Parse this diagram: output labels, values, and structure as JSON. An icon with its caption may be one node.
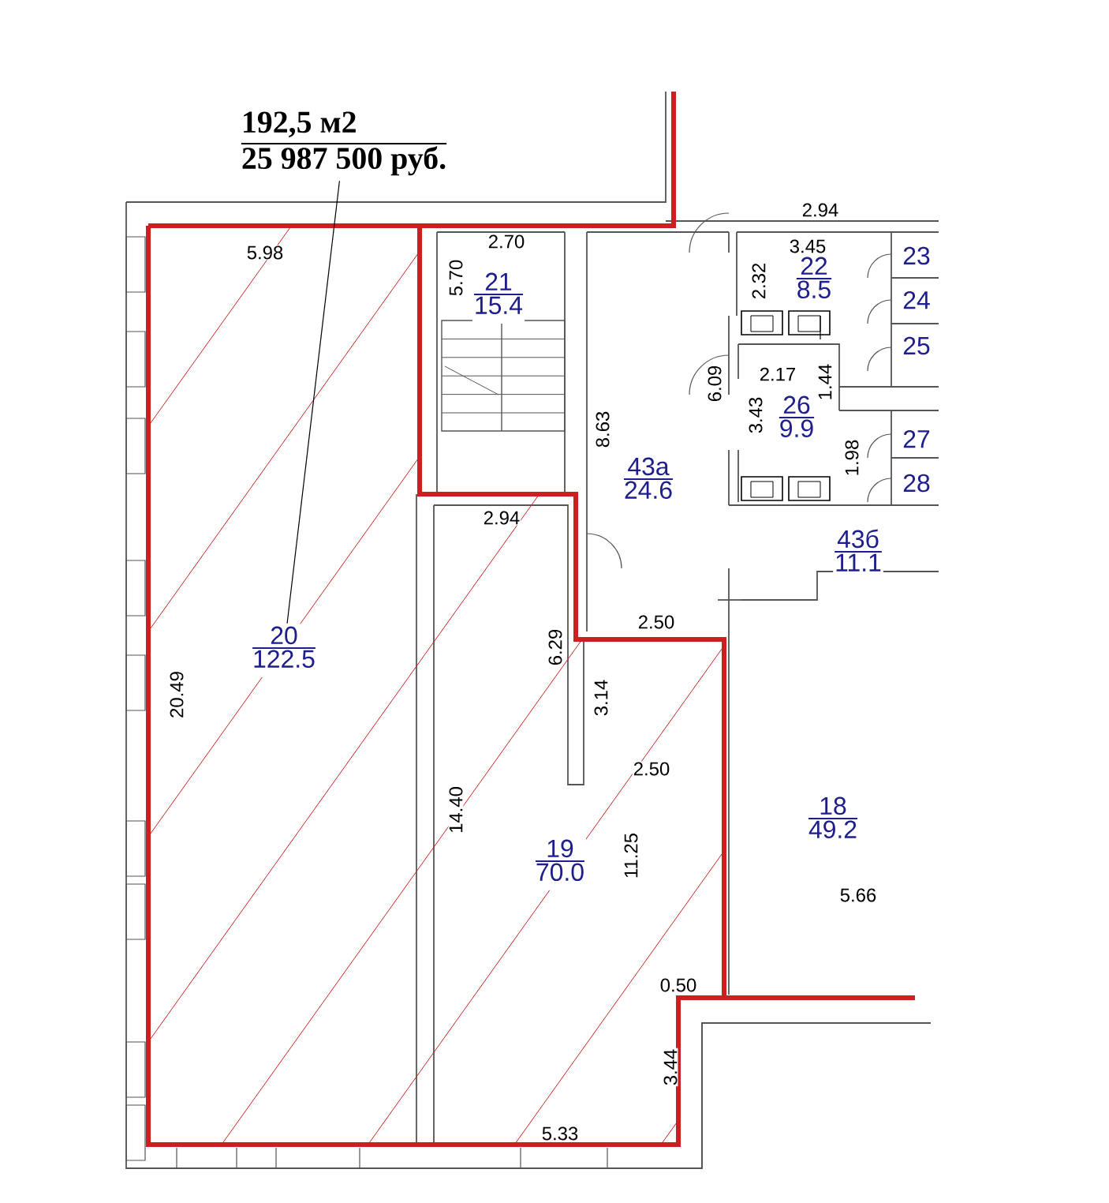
{
  "diagram": {
    "nodes": [
      {
        "text": [
          "192,5 м2",
          "25 987 500 руб."
        ]
      },
      {
        "text": [
          "20",
          "122.5"
        ]
      },
      {
        "text": [
          "21",
          "15.4"
        ]
      },
      {
        "text": [
          "22",
          "8.5"
        ]
      },
      {
        "text": [
          "23"
        ]
      },
      {
        "text": [
          "24"
        ]
      },
      {
        "text": [
          "25"
        ]
      },
      {
        "text": [
          "26",
          "9.9"
        ]
      },
      {
        "text": [
          "27"
        ]
      },
      {
        "text": [
          "28"
        ]
      },
      {
        "text": [
          "43а",
          "24.6"
        ]
      },
      {
        "text": [
          "43б",
          "11.1"
        ]
      },
      {
        "text": [
          "19",
          "70.0"
        ]
      },
      {
        "text": [
          "18",
          "49.2"
        ]
      }
    ],
    "edges": [
      {
        "from": 0,
        "to": 1,
        "arrow": "none"
      }
    ],
    "labels": [
      "2.94",
      "5.98",
      "2.70",
      "3.45",
      "5.70",
      "2.32",
      "6.09",
      "2.17",
      "1.44",
      "8.63",
      "3.43",
      "1.98",
      "2.94",
      "2.50",
      "6.29",
      "20.49",
      "3.14",
      "2.50",
      "14.40",
      "11.25",
      "5.66",
      "0.50",
      "3.44",
      "5.33"
    ]
  }
}
